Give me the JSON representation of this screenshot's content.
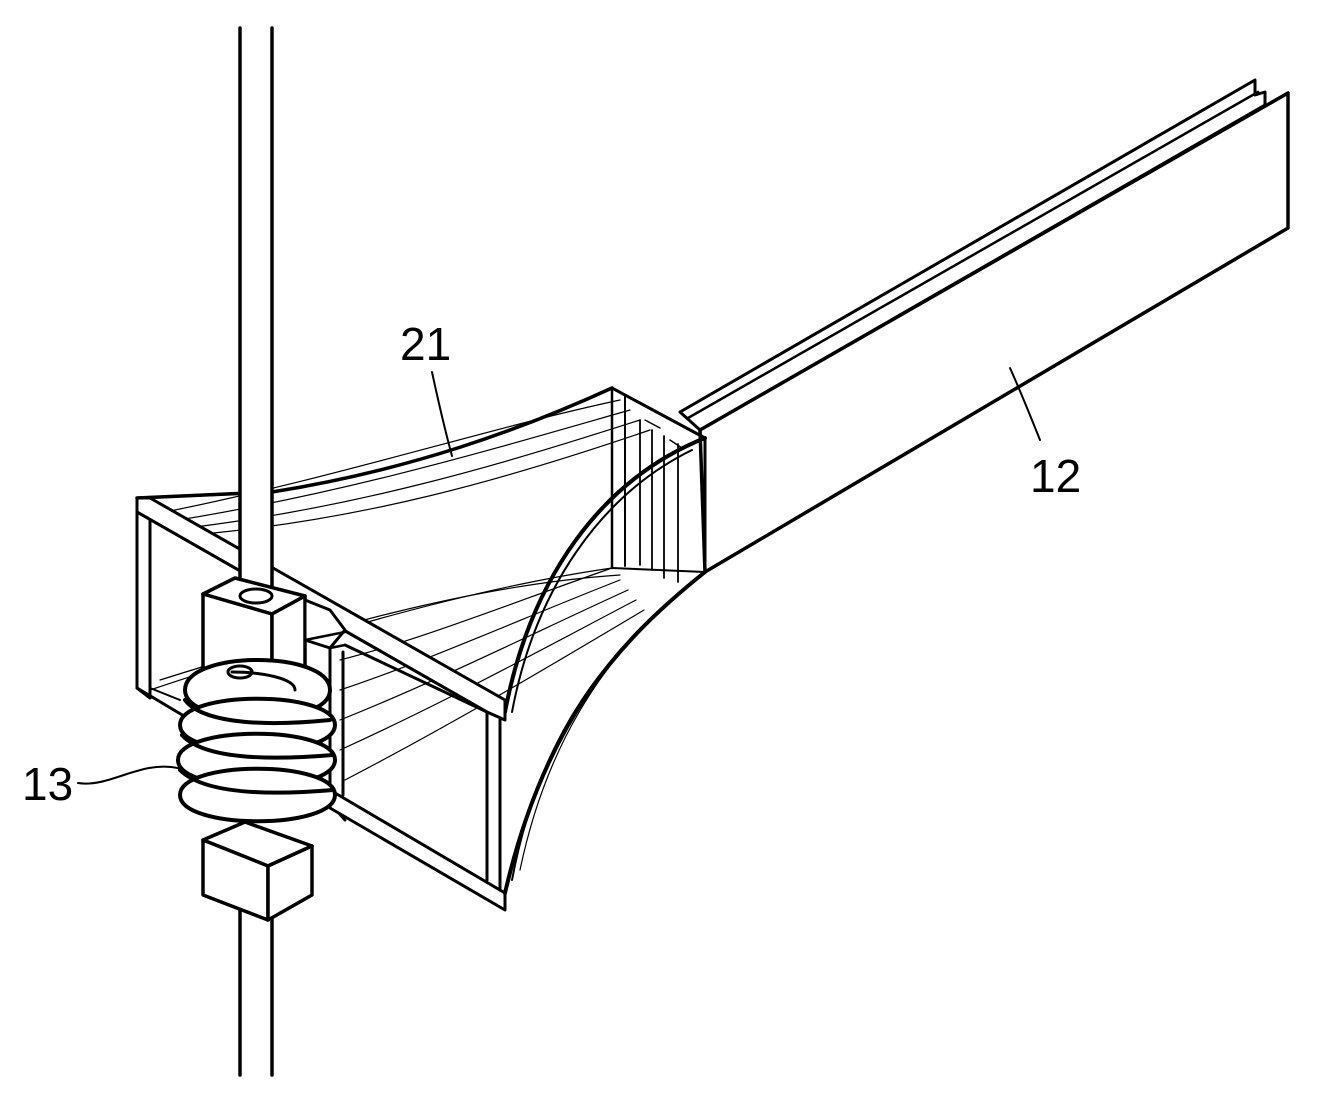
{
  "figure": {
    "labels": [
      {
        "id": "horn",
        "text": "21"
      },
      {
        "id": "waveguide",
        "text": "12"
      },
      {
        "id": "coil",
        "text": "13"
      }
    ]
  }
}
